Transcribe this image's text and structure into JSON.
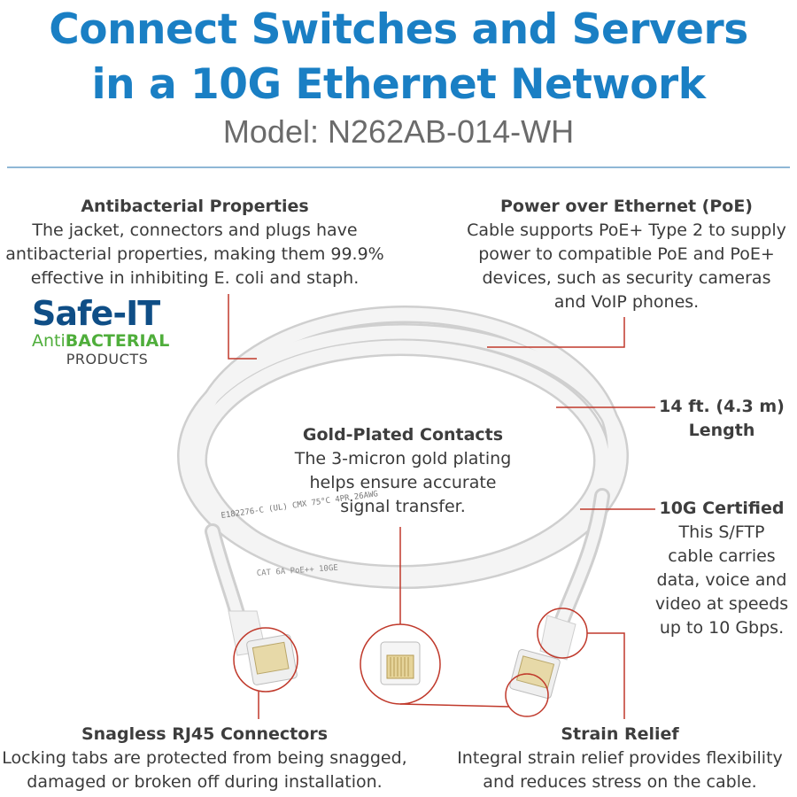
{
  "header": {
    "title_line1": "Connect Switches and Servers",
    "title_line2": "in a 10G Ethernet Network",
    "model": "Model: N262AB-014-WH"
  },
  "features": {
    "antibacterial": {
      "heading": "Antibacterial Properties",
      "lines": [
        "The jacket, connectors and plugs have",
        "antibacterial properties, making them 99.9%",
        "effective in inhibiting E. coli and staph."
      ]
    },
    "poe": {
      "heading": "Power over Ethernet (PoE)",
      "lines": [
        "Cable supports PoE+ Type 2 to supply",
        "power to compatible PoE and PoE+",
        "devices, such as security cameras",
        "and VoIP phones."
      ]
    },
    "length": {
      "heading_lines": [
        "14 ft. (4.3 m)",
        "Length"
      ]
    },
    "gold": {
      "heading": "Gold-Plated Contacts",
      "lines": [
        "The 3-micron gold plating",
        "helps ensure accurate",
        "signal transfer."
      ]
    },
    "certified": {
      "heading": "10G Certified",
      "lines": [
        "This S/FTP",
        "cable carries",
        "data, voice and",
        "video at speeds",
        "up to 10 Gbps."
      ]
    },
    "snagless": {
      "heading": "Snagless RJ45 Connectors",
      "lines": [
        "Locking tabs are protected from being snagged,",
        "damaged or broken off during installation."
      ]
    },
    "strain": {
      "heading": "Strain Relief",
      "lines": [
        "Integral strain relief provides flexibility",
        "and reduces stress on the cable."
      ]
    }
  },
  "logo": {
    "brand": "Safe-IT",
    "anti_prefix": "Anti",
    "anti_bold": "BACTERIAL",
    "products": "PRODUCTS"
  },
  "cable_print": {
    "text_a": "E182276-C (UL) CMX 75°C 4PR 26AWG",
    "text_b": "CAT 6A PoE++ 10GE"
  },
  "colors": {
    "title_blue": "#1a7fc4",
    "callout_red": "#c0392b",
    "safe_blue": "#0f4e86",
    "anti_green": "#4fae3b"
  }
}
